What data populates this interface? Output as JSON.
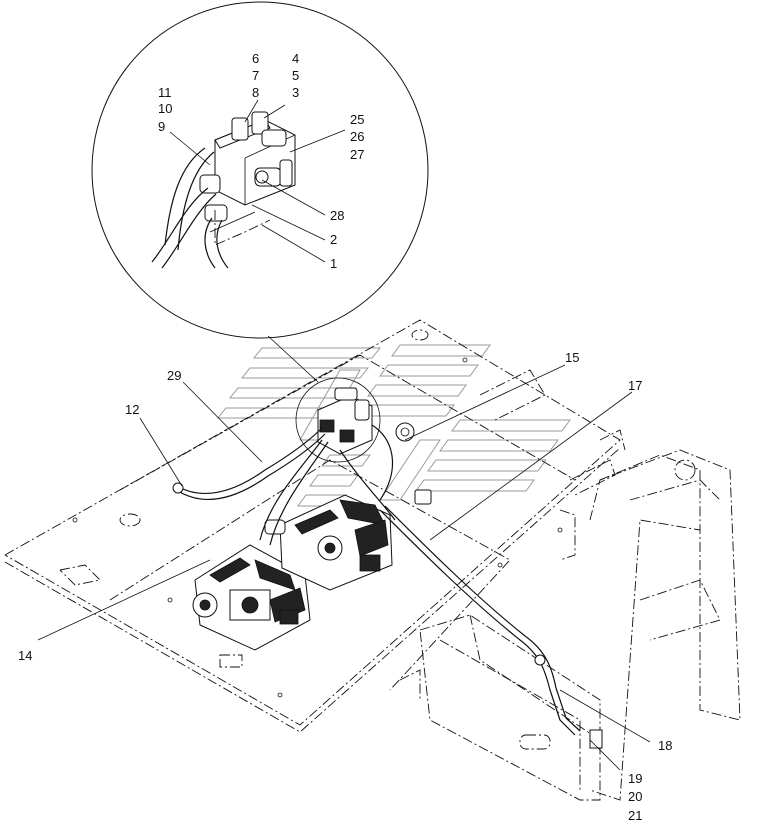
{
  "diagram": {
    "callouts": [
      {
        "id": "c6",
        "text": "6"
      },
      {
        "id": "c7",
        "text": "7"
      },
      {
        "id": "c8",
        "text": "8"
      },
      {
        "id": "c4",
        "text": "4"
      },
      {
        "id": "c5",
        "text": "5"
      },
      {
        "id": "c3",
        "text": "3"
      },
      {
        "id": "c11",
        "text": "11"
      },
      {
        "id": "c10",
        "text": "10"
      },
      {
        "id": "c9",
        "text": "9"
      },
      {
        "id": "c25",
        "text": "25"
      },
      {
        "id": "c26",
        "text": "26"
      },
      {
        "id": "c27",
        "text": "27"
      },
      {
        "id": "c28",
        "text": "28"
      },
      {
        "id": "c2",
        "text": "2"
      },
      {
        "id": "c1",
        "text": "1"
      },
      {
        "id": "c15",
        "text": "15"
      },
      {
        "id": "c29",
        "text": "29"
      },
      {
        "id": "c17",
        "text": "17"
      },
      {
        "id": "c12",
        "text": "12"
      },
      {
        "id": "c14",
        "text": "14"
      },
      {
        "id": "c18",
        "text": "18"
      },
      {
        "id": "c19",
        "text": "19"
      },
      {
        "id": "c20",
        "text": "20"
      },
      {
        "id": "c21",
        "text": "21"
      }
    ]
  }
}
